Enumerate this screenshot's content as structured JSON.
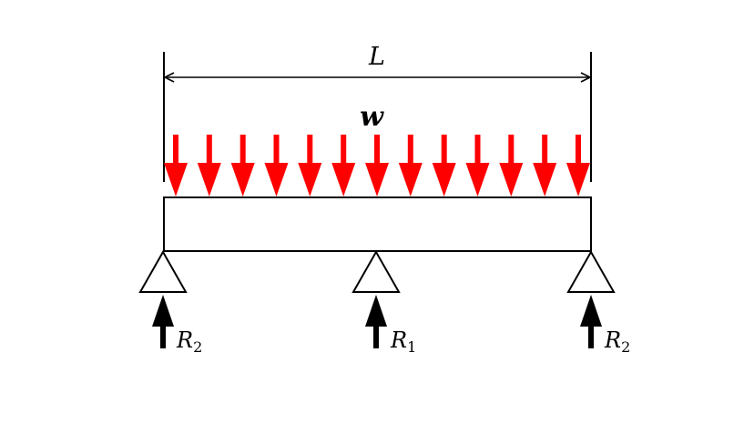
{
  "labels": {
    "span": "L",
    "load": "w",
    "left_reaction": "R",
    "left_reaction_sub": "2",
    "middle_reaction": "R",
    "middle_reaction_sub": "1",
    "right_reaction": "R",
    "right_reaction_sub": "2"
  },
  "load": {
    "arrow_count": 13
  },
  "colors": {
    "load_arrows": "#ff0000",
    "lines": "#000000",
    "reaction_arrows": "#000000",
    "background": "#ffffff"
  }
}
